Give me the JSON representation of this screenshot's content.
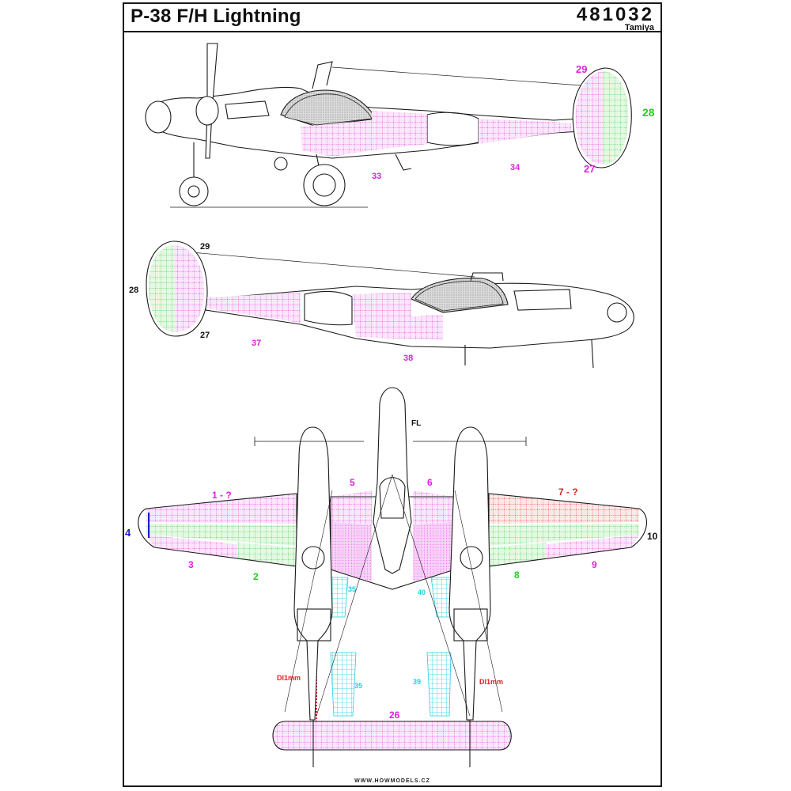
{
  "header": {
    "title": "P-38 F/H Lightning",
    "code": "481032",
    "kit": "Tamiya"
  },
  "footer": {
    "site": "WWW.HOWMODELS.CZ"
  },
  "side_top": {
    "labels": {
      "l29": "29",
      "l28": "28",
      "l27": "27",
      "l33": "33",
      "l34": "34"
    }
  },
  "side_bottom": {
    "labels": {
      "l29": "29",
      "l28": "28",
      "l27": "27",
      "l37": "37",
      "l38": "38"
    }
  },
  "plan": {
    "labels": {
      "fl": "FL",
      "l1": "1 - ?",
      "l2": "2",
      "l3": "3",
      "l4": "4",
      "l5": "5",
      "l6": "6",
      "l7": "7 - ?",
      "l8": "8",
      "l9": "9",
      "l10": "10",
      "l35a": "35",
      "l40": "40",
      "l35b": "35",
      "l39": "39",
      "l26": "26",
      "dl_left": "Dl1mm",
      "dl_right": "Dl1mm"
    }
  },
  "colors": {
    "magenta": "#e020e0",
    "green": "#22cc22",
    "red": "#e02020",
    "cyan": "#20d0e0",
    "blue": "#1a1acc",
    "line": "#1a1a1a"
  }
}
